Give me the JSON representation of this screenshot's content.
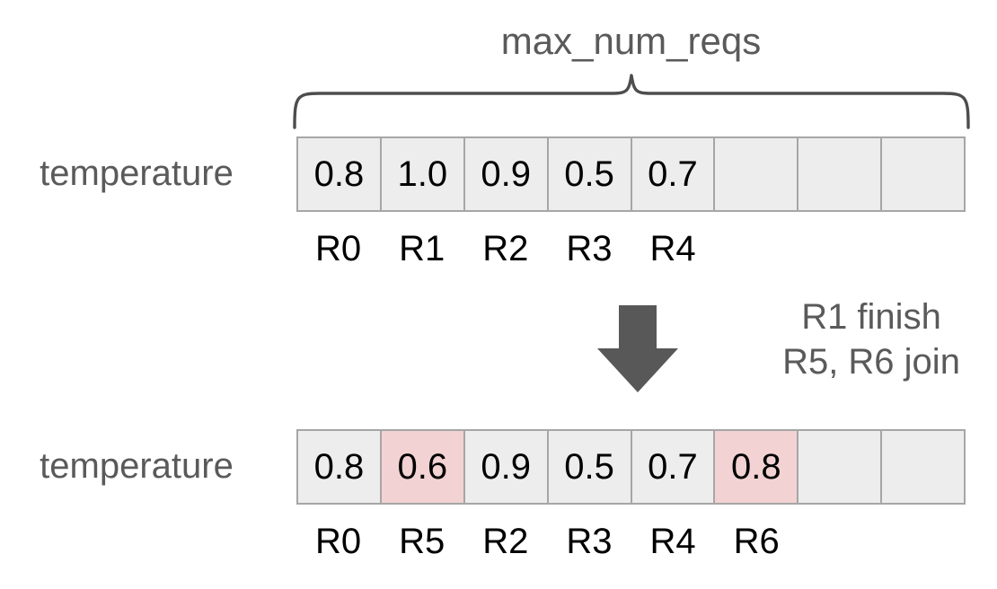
{
  "diagram": {
    "title": "max_num_reqs",
    "brace_label": "max_num_reqs",
    "capacity": 8,
    "row_label": "temperature",
    "transition": {
      "arrow": "down-arrow-icon",
      "line1": "R1 finish",
      "line2": "R5, R6 join"
    },
    "colors": {
      "cell_fill": "#ededed",
      "cell_highlight": "#f2d2d2",
      "cell_border": "#a6a6a6",
      "label_text": "#5a5a5a",
      "value_text": "#000000",
      "brace_stroke": "#4d4d4d",
      "arrow_fill": "#585858",
      "background": "#ffffff"
    }
  },
  "before": {
    "row_label": "temperature",
    "values": [
      "0.8",
      "1.0",
      "0.9",
      "0.5",
      "0.7",
      "",
      "",
      ""
    ],
    "highlight": [
      false,
      false,
      false,
      false,
      false,
      false,
      false,
      false
    ],
    "request_ids": [
      "R0",
      "R1",
      "R2",
      "R3",
      "R4",
      "",
      "",
      ""
    ]
  },
  "after": {
    "row_label": "temperature",
    "values": [
      "0.8",
      "0.6",
      "0.9",
      "0.5",
      "0.7",
      "0.8",
      "",
      ""
    ],
    "highlight": [
      false,
      true,
      false,
      false,
      false,
      true,
      false,
      false
    ],
    "request_ids": [
      "R0",
      "R5",
      "R2",
      "R3",
      "R4",
      "R6",
      "",
      ""
    ]
  }
}
